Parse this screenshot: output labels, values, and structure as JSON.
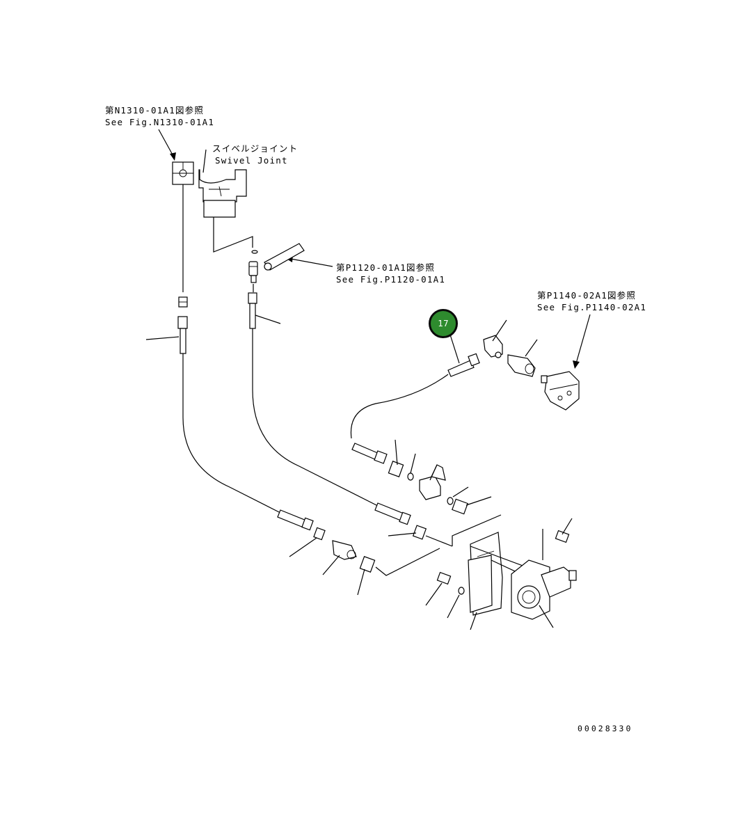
{
  "diagram": {
    "ref_n1310": {
      "jp": "第N1310-01A1図参照",
      "en": "See Fig.N1310-01A1"
    },
    "swivel_joint": {
      "jp": "スイベルジョイント",
      "en": "Swivel Joint"
    },
    "ref_p1120": {
      "jp": "第P1120-01A1図参照",
      "en": "See Fig.P1120-01A1"
    },
    "ref_p1140": {
      "jp": "第P1140-02A1図参照",
      "en": "See Fig.P1140-02A1"
    },
    "callout_number": "17",
    "callout_color": "#2e8b2e",
    "drawing_number": "00028330"
  }
}
